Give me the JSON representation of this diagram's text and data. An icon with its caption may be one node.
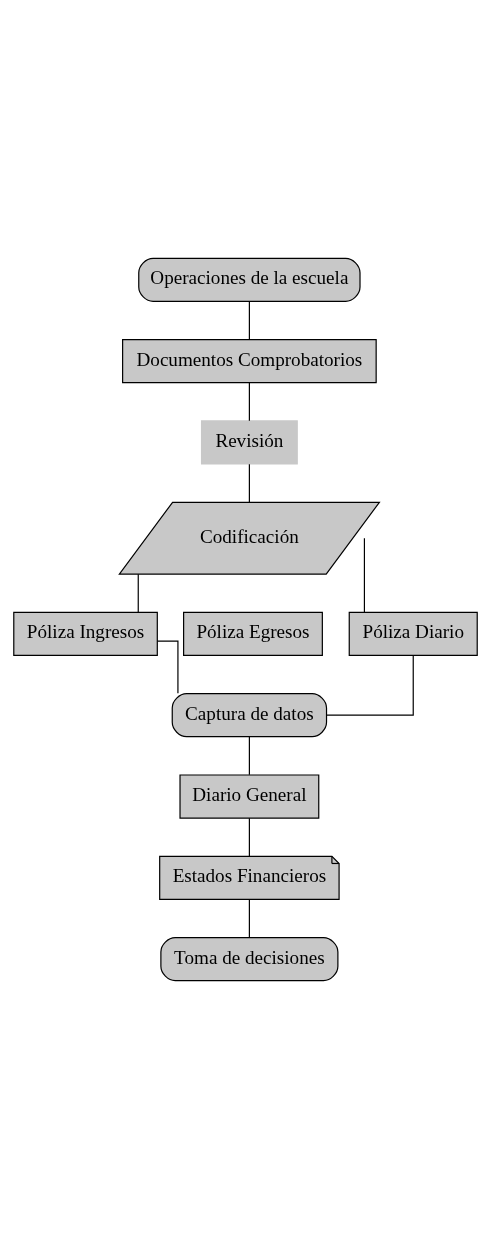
{
  "diagram": {
    "nodes": [
      {
        "text": [
          "Operaciones de la escuela"
        ]
      },
      {
        "text": [
          "Documentos Comprobatorios"
        ]
      },
      {
        "text": [
          "Revisión"
        ]
      },
      {
        "text": [
          "Codificación"
        ]
      },
      {
        "text": [
          "Póliza Ingresos"
        ]
      },
      {
        "text": [
          "Póliza Egresos"
        ]
      },
      {
        "text": [
          "Póliza Diario"
        ]
      },
      {
        "text": [
          "Captura de datos"
        ]
      },
      {
        "text": [
          "Diario General"
        ]
      },
      {
        "text": [
          "Estados Financieros"
        ]
      },
      {
        "text": [
          "Toma de decisiones"
        ]
      }
    ],
    "edges": [
      {
        "from": 0,
        "to": 1,
        "arrow": "none"
      },
      {
        "from": 1,
        "to": 2,
        "arrow": "none"
      },
      {
        "from": 2,
        "to": 3,
        "arrow": "none"
      },
      {
        "from": 3,
        "to": 4,
        "arrow": "none"
      },
      {
        "from": 3,
        "to": 6,
        "arrow": "none"
      },
      {
        "from": 4,
        "to": 7,
        "arrow": "none"
      },
      {
        "from": 6,
        "to": 7,
        "arrow": "none"
      },
      {
        "from": 7,
        "to": 8,
        "arrow": "none"
      },
      {
        "from": 8,
        "to": 9,
        "arrow": "none"
      },
      {
        "from": 9,
        "to": 10,
        "arrow": "none"
      }
    ]
  }
}
